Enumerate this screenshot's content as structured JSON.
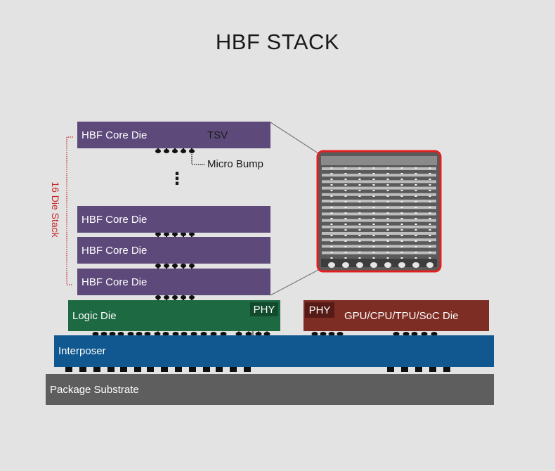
{
  "title": "HBF STACK",
  "stack": {
    "core_die_label": "HBF Core Die",
    "tsv_label": "TSV",
    "micro_bump_label": "Micro Bump",
    "stack_label": "16 Die Stack",
    "ellipsis": "⋮"
  },
  "logic_die": {
    "label": "Logic Die",
    "phy_label": "PHY"
  },
  "gpu_die": {
    "label": "GPU/CPU/TPU/SoC Die",
    "phy_label": "PHY"
  },
  "interposer": {
    "label": "Interposer"
  },
  "substrate": {
    "label": "Package Substrate"
  },
  "colors": {
    "core_die": "#5d4a7b",
    "logic_die": "#1d6a42",
    "gpu_die": "#7e2d24",
    "interposer": "#10588f",
    "substrate": "#5e5e5e",
    "highlight_border": "#e02020",
    "stack_bracket": "#c62828"
  }
}
